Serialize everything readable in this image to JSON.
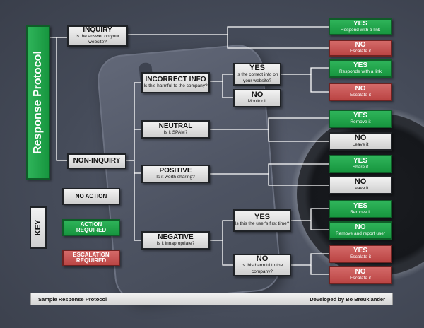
{
  "title": "Response Protocol",
  "inquiry": {
    "title": "INQUIRY",
    "sub": "Is the answer on your website?"
  },
  "non_inquiry": {
    "title": "NON-INQUIRY"
  },
  "inq_yes": {
    "title": "YES",
    "sub": "Respond with a link"
  },
  "inq_no": {
    "title": "NO",
    "sub": "Escalate it"
  },
  "incorrect": {
    "title": "INCORRECT INFO",
    "sub": "Is this harmful to the company?"
  },
  "incorrect_yes": {
    "title": "YES",
    "sub": "Is the correct info on your website?"
  },
  "incorrect_no": {
    "title": "NO",
    "sub": "Monitor it"
  },
  "inc_yes_yes": {
    "title": "YES",
    "sub": "Responde with a link"
  },
  "inc_yes_no": {
    "title": "NO",
    "sub": "Escalate it"
  },
  "neutral": {
    "title": "NEUTRAL",
    "sub": "Is it SPAM?"
  },
  "neutral_yes": {
    "title": "YES",
    "sub": "Remove it"
  },
  "neutral_no": {
    "title": "NO",
    "sub": "Leave it"
  },
  "positive": {
    "title": "POSITIVE",
    "sub": "Is it worth sharing?"
  },
  "positive_yes": {
    "title": "YES",
    "sub": "Share it"
  },
  "positive_no": {
    "title": "NO",
    "sub": "Leave it"
  },
  "negative": {
    "title": "NEGATIVE",
    "sub": "Is it innapropriate?"
  },
  "negative_yes": {
    "title": "YES",
    "sub": "Is this the user's first time?"
  },
  "negative_no": {
    "title": "NO",
    "sub": "Is this harmful to the company?"
  },
  "neg_yes_yes": {
    "title": "YES",
    "sub": "Remove it"
  },
  "neg_yes_no": {
    "title": "NO",
    "sub": "Remove and report user"
  },
  "neg_no_yes": {
    "title": "YES",
    "sub": "Escalate it"
  },
  "neg_no_no": {
    "title": "NO",
    "sub": "Escalate it"
  },
  "key": {
    "label": "KEY",
    "no_action": "NO ACTION",
    "action_required": "ACTION REQUIRED",
    "escalation_required": "ESCALATION REQUIRED"
  },
  "footer": {
    "left": "Sample Response Protocol",
    "right": "Developed by Bo Breuklander"
  },
  "colors": {
    "green": "#1fa34a",
    "red": "#c65251",
    "gray": "#e3e3e3",
    "line": "#ffffff"
  }
}
